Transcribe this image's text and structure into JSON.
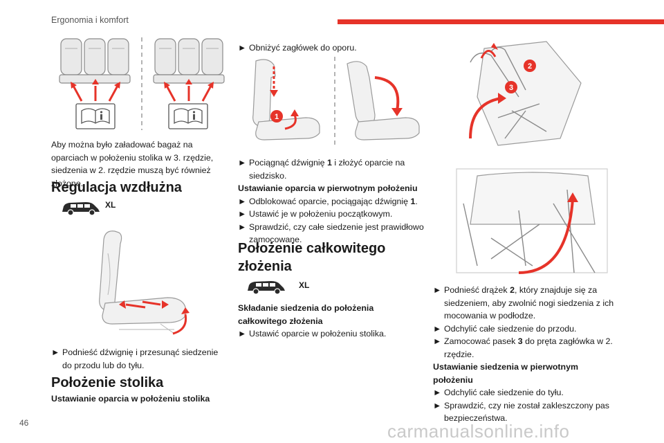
{
  "header": {
    "section": "Ergonomia i komfort"
  },
  "page_number": "46",
  "watermark": "carmanualsonline.info",
  "col1": {
    "intro": "Aby można było załadować bagaż na oparciach w położeniu stolika w 3. rzędzie, siedzenia w 2. rzędzie muszą być również złożone.",
    "heading_long": "Regulacja wzdłużna",
    "xl": "XL",
    "step1": "Podnieść dźwignię i przesunąć siedzenie do przodu lub do tyłu.",
    "heading_table": "Położenie stolika",
    "sub_table": "Ustawianie oparcia w położeniu stolika"
  },
  "col2": {
    "lower_headrest": "Obniżyć zagłówek do oporu.",
    "pull_lever_pre": "Pociągnąć dźwignię ",
    "pull_lever_num": "1",
    "pull_lever_post": " i złożyć oparcie na siedzisko.",
    "sub_restore": "Ustawianie oparcia w pierwotnym położeniu",
    "unlock_pre": "Odblokować oparcie, pociągając dźwignię ",
    "unlock_num": "1",
    "unlock_post": ".",
    "set_initial": "Ustawić je w położeniu początkowym.",
    "check_fixed": "Sprawdzić, czy całe siedzenie jest prawidłowo zamocowane.",
    "heading_full_line1": "Położenie całkowitego",
    "heading_full_line2": "złożenia",
    "xl": "XL",
    "sub_fold_line1": "Składanie siedzenia do położenia",
    "sub_fold_line2": "całkowitego złożenia",
    "set_table": "Ustawić oparcie w położeniu stolika."
  },
  "col3": {
    "lift_bar_pre": "Podnieść drążek ",
    "lift_bar_num": "2",
    "lift_bar_post": ", który znajduje się za siedzeniem, aby zwolnić nogi siedzenia z ich mocowania w podłodze.",
    "tilt_forward": "Odchylić całe siedzenie do przodu.",
    "strap_pre": "Zamocować pasek ",
    "strap_num": "3",
    "strap_post": " do pręta zagłówka w 2. rzędzie.",
    "sub_restore_line1": "Ustawianie siedzenia w pierwotnym",
    "sub_restore_line2": "położeniu",
    "tilt_back": "Odchylić całe siedzenie do tyłu.",
    "check_jam": "Sprawdzić, czy nie został zakleszczony pas bezpieczeństwa."
  },
  "callouts": {
    "one": "1",
    "two": "2",
    "three": "3"
  },
  "bullet_glyph": "►",
  "colors": {
    "accent_red": "#e63329",
    "text": "#1a1a1a",
    "illustration_stroke": "#8a8a8a"
  }
}
